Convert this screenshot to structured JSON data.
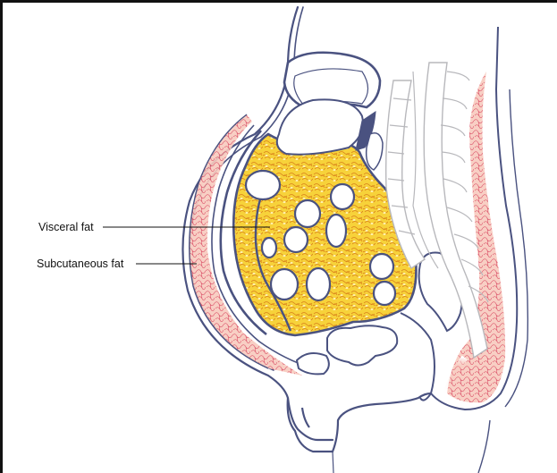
{
  "figure": {
    "subject": "Sagittal cross-section of abdomen showing fat distribution",
    "labels": [
      {
        "id": "visceral",
        "text": "Visceral fat"
      },
      {
        "id": "subcutaneous",
        "text": "Subcutaneous fat"
      }
    ]
  },
  "colors": {
    "outline": "#4a5280",
    "visceral_fill": "#f6cf2e",
    "visceral_vein": "#d9801a",
    "subcutaneous_fill": "#f6c2b8",
    "subcutaneous_vein": "#d8405a",
    "spine": "#b8b8bc",
    "border": "#111111"
  }
}
